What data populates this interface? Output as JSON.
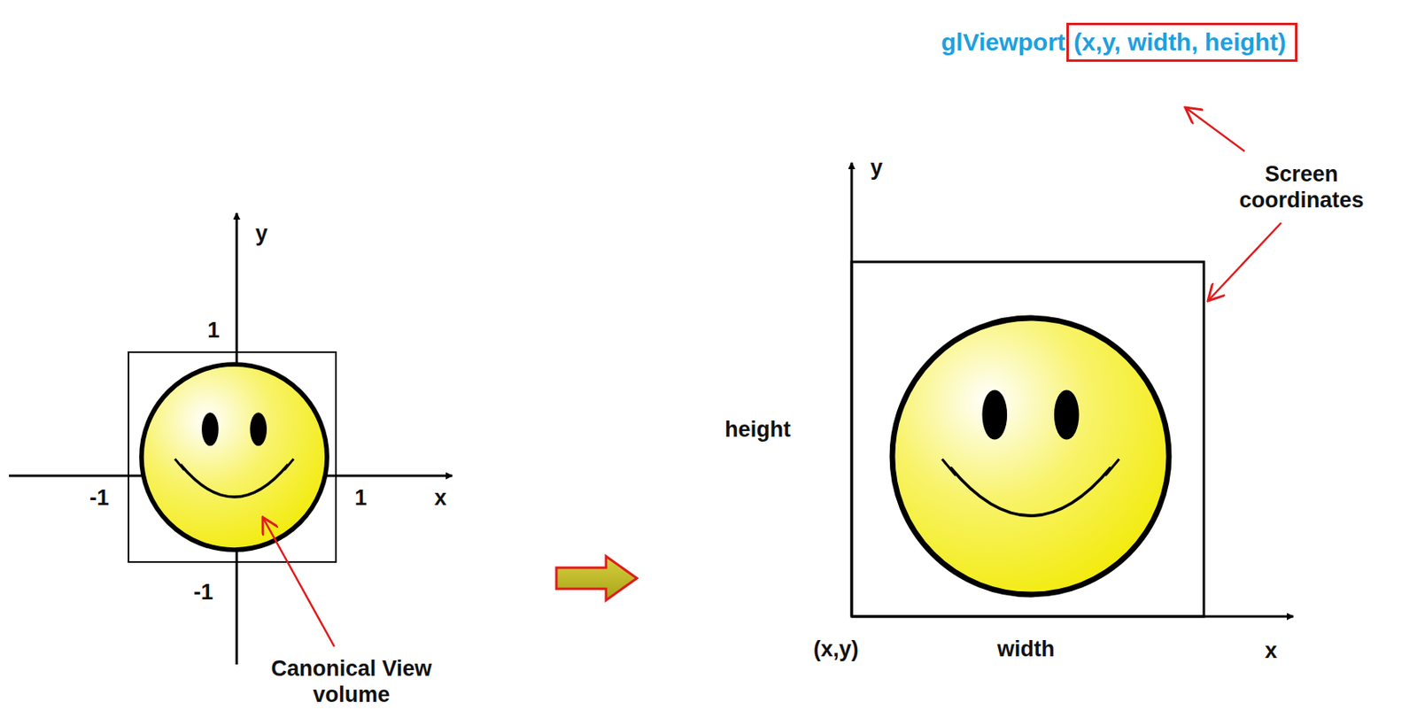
{
  "diagram": {
    "nodes": [
      {
        "text": [
          "(x,y, width, height)"
        ]
      }
    ],
    "labels": [
      "glViewport",
      "y",
      "1",
      "-1",
      "1",
      "x",
      "-1",
      "Canonical View volume",
      "y",
      "height",
      "(x,y)",
      "width",
      "x",
      "Screen coordinates"
    ]
  }
}
